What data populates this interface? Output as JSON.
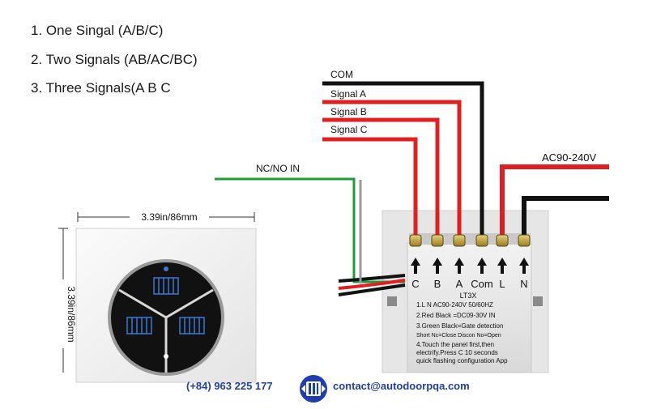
{
  "options": [
    "1. One Singal (A/B/C)",
    "2. Two Signals (AB/AC/BC)",
    "3. Three Signals(A B C"
  ],
  "wires": {
    "com": "COM",
    "signal_a": "Signal A",
    "signal_b": "Signal B",
    "signal_c": "Signal C",
    "nc_no": "NC/NO IN",
    "power": "AC90-240V"
  },
  "dimensions": {
    "width": "3.39in/86mm",
    "height": "3.39in/86mm"
  },
  "terminals": [
    "C",
    "B",
    "A",
    "Com",
    "L",
    "N"
  ],
  "module": {
    "model": "LT3X",
    "lines": [
      "1.L N AC90-240V 50/60HZ",
      "2.Red Black =DC09-30V IN",
      "3.Green Black=Gate detection",
      "Short Nc=Close      Discon No=Open",
      "4.Touch the panel first,then",
      "electrify.Press C 10 seconds",
      "quick flashing configuration App"
    ]
  },
  "footer": {
    "phone": "(+84) 963 225 177",
    "email": "contact@autodoorpqa.com"
  },
  "colors": {
    "red": "#e02020",
    "black": "#111111",
    "green": "#1e9e3a",
    "brand_blue": "#1f3ea8"
  }
}
